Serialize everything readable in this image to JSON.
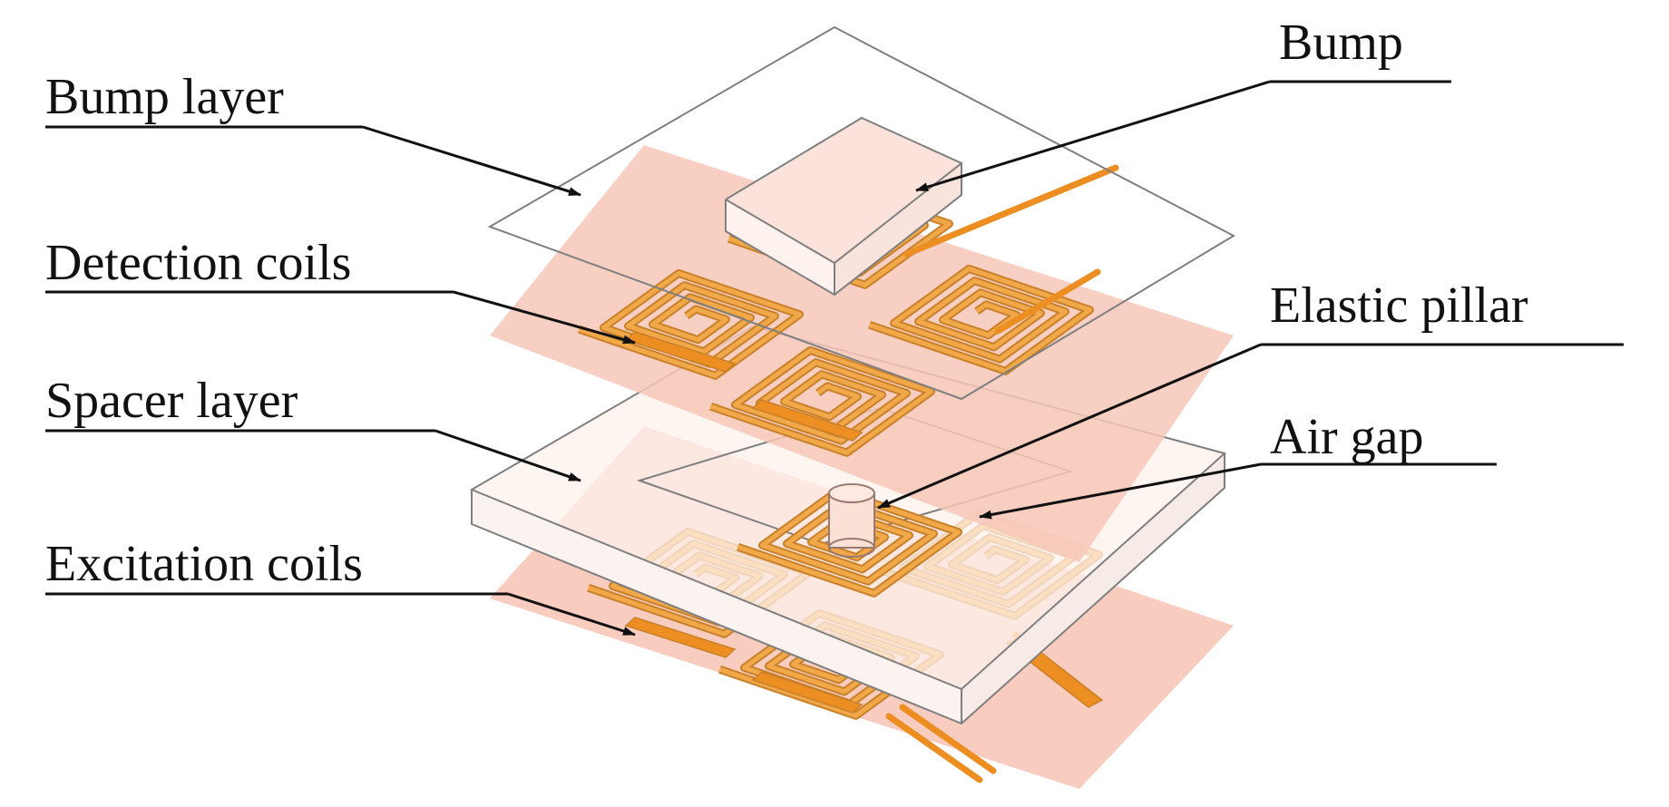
{
  "labels": {
    "bump_layer": "Bump layer",
    "bump": "Bump",
    "detection_coils": "Detection coils",
    "elastic_pillar": "Elastic pillar",
    "spacer_layer": "Spacer layer",
    "air_gap": "Air gap",
    "excitation_coils": "Excitation coils"
  },
  "colors": {
    "substrate": "#f7c7b8",
    "substrate_top": "#f9d3c6",
    "coil_trace": "#f0a848",
    "coil_edge": "#c9802a",
    "pad": "#ec8e22",
    "bump_fill": "#fbe3db",
    "outline": "#7f7f7f",
    "text": "#111111"
  }
}
